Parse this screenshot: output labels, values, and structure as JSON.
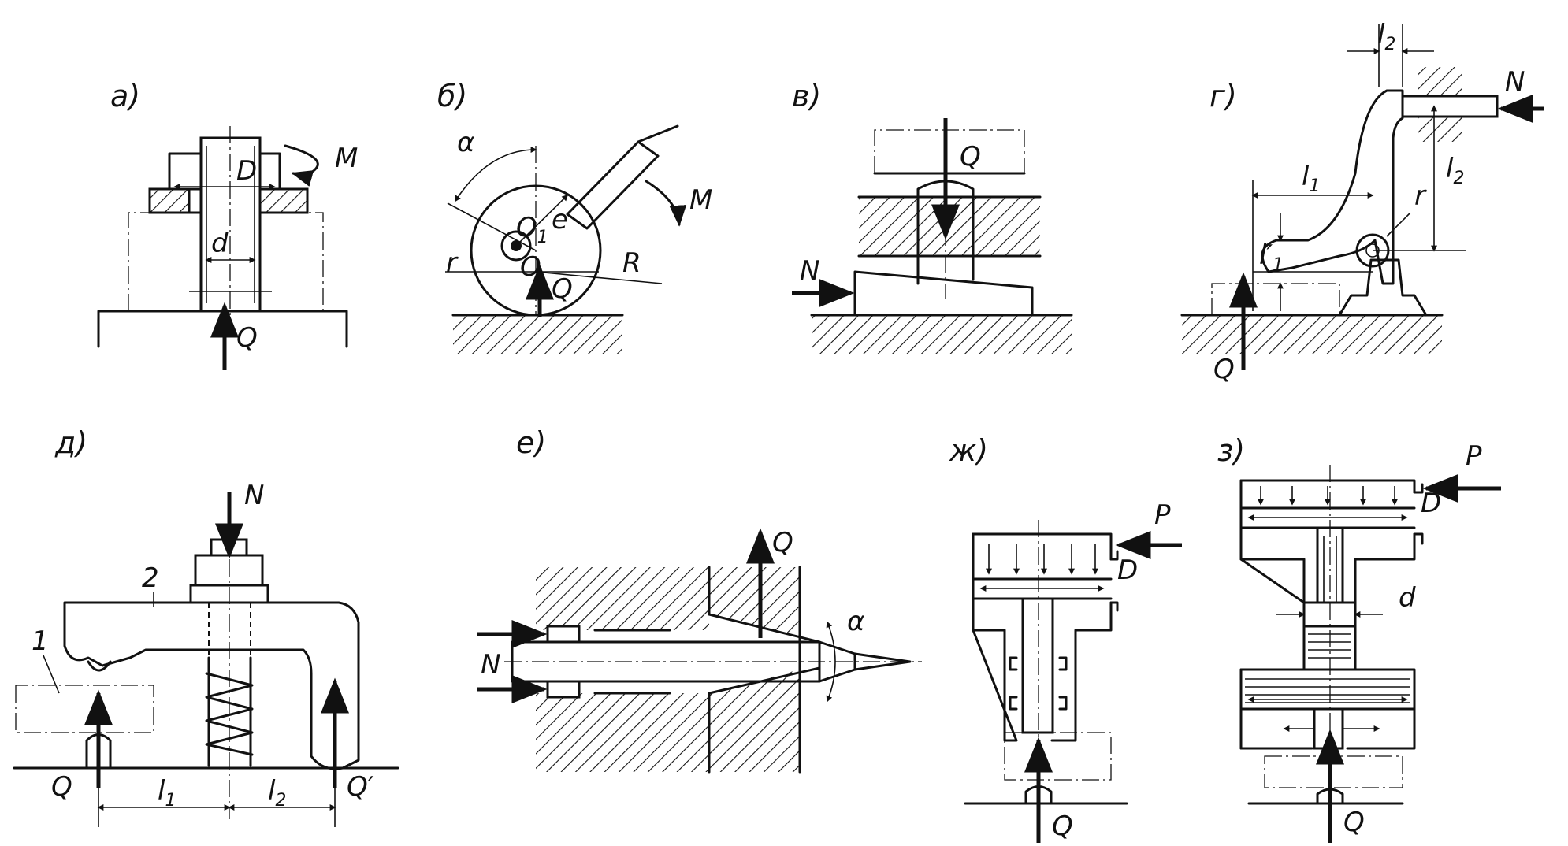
{
  "panels": [
    {
      "label": "а)",
      "symbols": {
        "M": "M",
        "D": "D",
        "d": "d",
        "Q": "Q"
      }
    },
    {
      "label": "б)",
      "symbols": {
        "alpha": "α",
        "O1": "O",
        "O1_sub": "1",
        "e": "e",
        "M": "M",
        "r": "r",
        "O": "O",
        "Q": "Q",
        "R": "R"
      }
    },
    {
      "label": "в)",
      "symbols": {
        "Q": "Q",
        "N": "N"
      }
    },
    {
      "label": "г)",
      "symbols": {
        "l2_top": "l",
        "l2_top_sub": "2",
        "N": "N",
        "l1": "l",
        "l1_sub": "1",
        "l2_right": "l",
        "l2_right_sub": "2",
        "r": "r",
        "l1_prime": "l′",
        "l1_prime_sub": "1",
        "Q": "Q"
      }
    },
    {
      "label": "д)",
      "symbols": {
        "N": "N",
        "num2": "2",
        "num1": "1",
        "Q": "Q",
        "l1": "l",
        "l1_sub": "1",
        "l2": "l",
        "l2_sub": "2",
        "Q_prime": "Q′"
      }
    },
    {
      "label": "е)",
      "symbols": {
        "Q": "Q",
        "N": "N",
        "alpha": "α"
      }
    },
    {
      "label": "ж)",
      "symbols": {
        "P": "P",
        "D": "D",
        "Q": "Q"
      }
    },
    {
      "label": "з)",
      "symbols": {
        "P": "P",
        "D": "D",
        "d": "d",
        "Q": "Q"
      }
    }
  ]
}
